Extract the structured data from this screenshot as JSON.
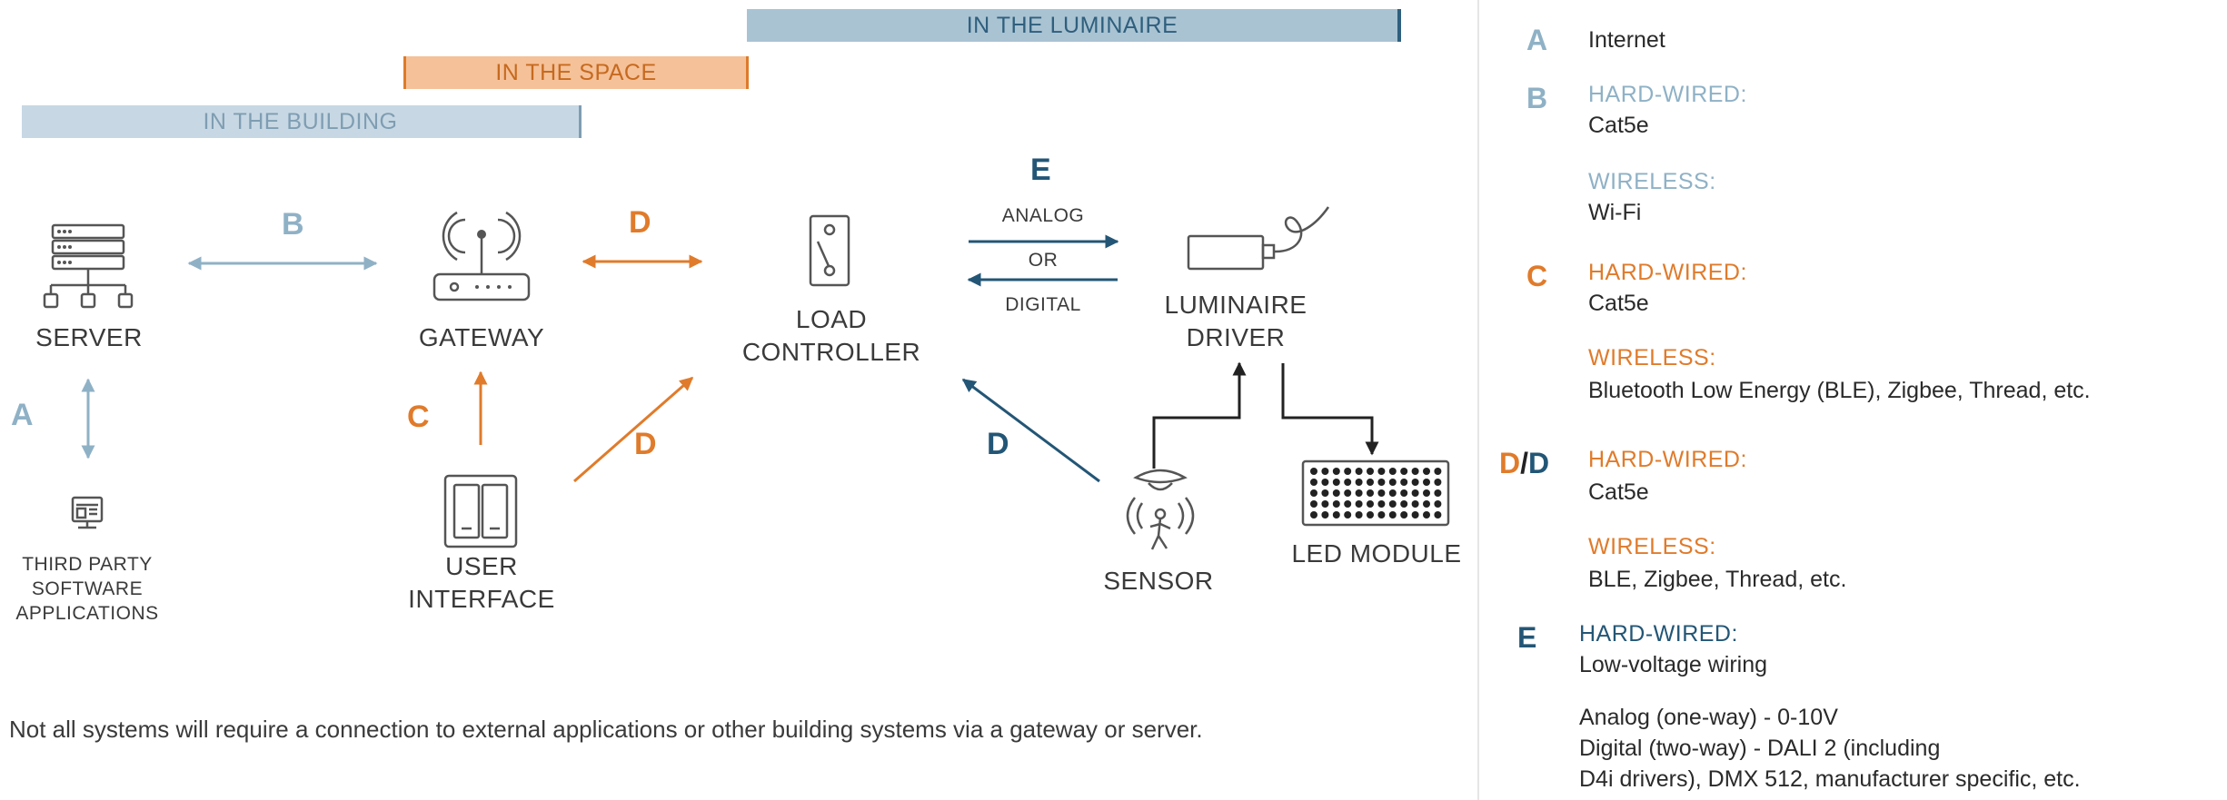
{
  "bars": {
    "luminaire": "IN THE LUMINAIRE",
    "space": "IN THE SPACE",
    "building": "IN THE BUILDING"
  },
  "nodes": {
    "server": "SERVER",
    "gateway": "GATEWAY",
    "load_controller": [
      "LOAD",
      "CONTROLLER"
    ],
    "luminaire_driver": [
      "LUMINAIRE",
      "DRIVER"
    ],
    "third_party": [
      "THIRD PARTY",
      "SOFTWARE",
      "APPLICATIONS"
    ],
    "user_interface": [
      "USER",
      "INTERFACE"
    ],
    "sensor": "SENSOR",
    "led_module": "LED MODULE"
  },
  "signal_labels": {
    "analog": "ANALOG",
    "or": "OR",
    "digital": "DIGITAL"
  },
  "diagram_letters": {
    "a": "A",
    "b": "B",
    "c": "C",
    "d1": "D",
    "d2": "D",
    "d3": "D",
    "e": "E"
  },
  "legend": {
    "a": {
      "letter": "A",
      "text": "Internet"
    },
    "b": {
      "letter": "B",
      "hard_head": "HARD-WIRED:",
      "hard_text": "Cat5e",
      "wireless_head": "WIRELESS:",
      "wireless_text": "Wi-Fi"
    },
    "c": {
      "letter": "C",
      "hard_head": "HARD-WIRED:",
      "hard_text": "Cat5e",
      "wireless_head": "WIRELESS:",
      "wireless_text": "Bluetooth Low Energy (BLE), Zigbee, Thread, etc."
    },
    "d": {
      "letter_1": "D",
      "slash": "/",
      "letter_2": "D",
      "hard_head": "HARD-WIRED:",
      "hard_text": "Cat5e",
      "wireless_head": "WIRELESS:",
      "wireless_text": "BLE, Zigbee, Thread, etc."
    },
    "e": {
      "letter": "E",
      "hard_head": "HARD-WIRED:",
      "hard_text": "Low-voltage wiring",
      "line1": "Analog (one-way) - 0-10V",
      "line2": "Digital (two-way) - DALI 2 (including",
      "line3": "D4i drivers), DMX 512, manufacturer specific, etc."
    }
  },
  "note": "Not all systems will require a connection to external applications or other building systems via a gateway or server.",
  "colors": {
    "light_blue": "#8fb1c6",
    "orange": "#e07b2b",
    "navy": "#235676",
    "icon_gray": "#555555",
    "text": "#3a3a3a"
  }
}
